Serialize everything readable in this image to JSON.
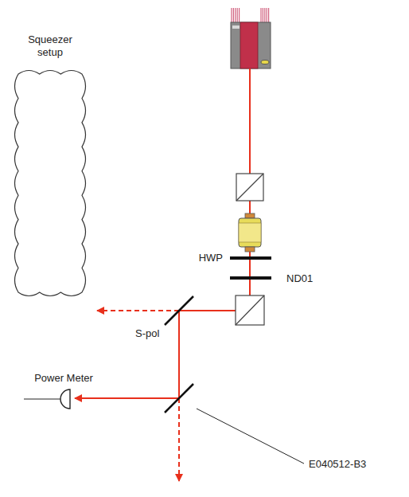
{
  "diagram": {
    "nodes": [
      {
        "text": [
          "Squeezer setup"
        ]
      },
      {
        "text": [
          "Power Meter"
        ]
      }
    ],
    "labels": [
      "HWP",
      "ND01",
      "S-pol",
      "E040512-B3"
    ]
  }
}
